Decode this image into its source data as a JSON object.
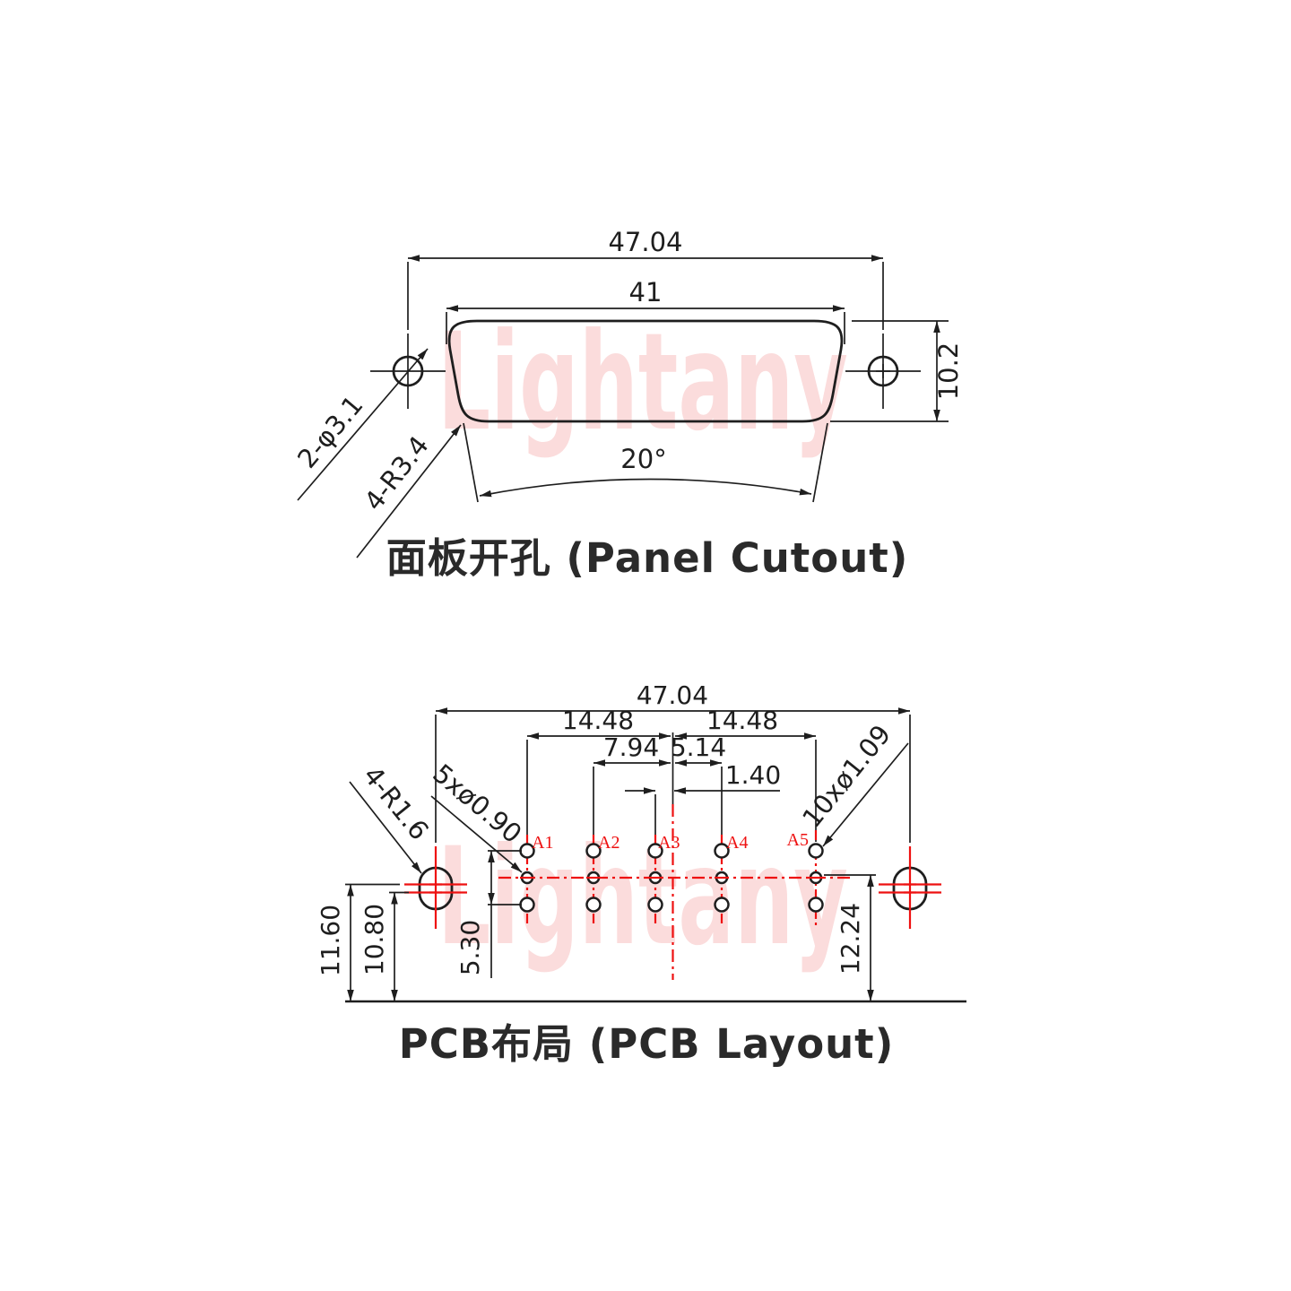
{
  "watermark": {
    "text": "Lightany",
    "color": "#fbdcdc"
  },
  "colors": {
    "line": "#1e1e1e",
    "red": "#ee1111"
  },
  "panel_cutout": {
    "title": "面板开孔 (Panel Cutout)",
    "dim_overall": "47.04",
    "dim_body": "41",
    "dim_height": "10.2",
    "dim_angle": "20°",
    "label_holes": "2-φ3.1",
    "label_corner": "4-R3.4"
  },
  "pcb_layout": {
    "title": "PCB布局 (PCB Layout)",
    "dim_overall": "47.04",
    "dim_left_span": "14.48",
    "dim_right_span": "14.48",
    "dim_a2_center": "7.94",
    "dim_center_a4": "5.14",
    "dim_a3_offset": "1.40",
    "dim_row_span": "5.30",
    "dim_slot_upper": "11.60",
    "dim_slot_lower": "10.80",
    "dim_mid_row": "12.24",
    "label_slot": "4-R1.6",
    "label_small_holes": "5xø0.90",
    "label_large_holes": "10xø1.09",
    "pins": [
      {
        "label": "A1"
      },
      {
        "label": "A2"
      },
      {
        "label": "A3"
      },
      {
        "label": "A4"
      },
      {
        "label": "A5"
      }
    ]
  }
}
